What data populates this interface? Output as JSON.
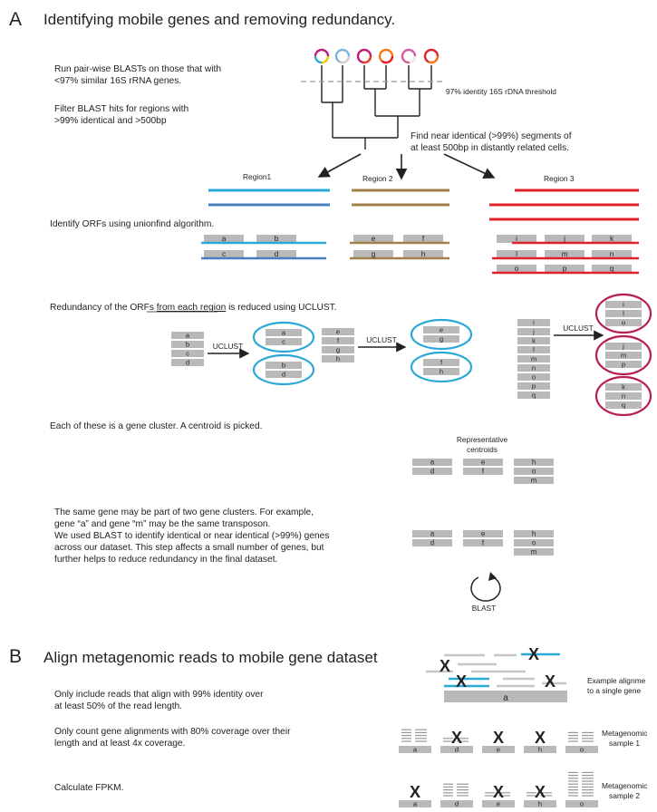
{
  "colors": {
    "gene_box": "#b9b9b9",
    "region1": "#2aa8d6",
    "region1_dark": "#4a7fbf",
    "region2": "#a3804a",
    "region3": "#e0202b",
    "cluster_blue": "#2aa8d6",
    "cluster_red": "#b81e4e",
    "read": "#c6c6c6",
    "cross": "#111111"
  },
  "panelA": {
    "letter": "A",
    "title": "Identifying mobile genes and removing redundancy.",
    "text_blast_1": "Run pair-wise BLASTs on those that with",
    "text_blast_2": "<97% similar 16S rRNA genes.",
    "text_filter_1": "Filter BLAST hits for regions with",
    "text_filter_2": ">99% identical and >500bp",
    "threshold_label": "97% identity 16S rDNA threshold",
    "find_1": "Find near identical (>99%) segments of",
    "find_2": "at least 500bp in distantly related cells.",
    "region_labels": [
      "Region1",
      "Region 2",
      "Region 3"
    ],
    "orf_text": "Identify ORFs using unionfind algorithm.",
    "region1_genes": [
      "a",
      "b",
      "c",
      "d"
    ],
    "region2_genes": [
      "e",
      "f",
      "g",
      "h"
    ],
    "region3_genes": [
      "i",
      "j",
      "k",
      "l",
      "m",
      "n",
      "o",
      "p",
      "q"
    ],
    "redundancy_pre": "Redundancy of the ORFs ",
    "redundancy_underline": "from each region",
    "redundancy_post": " is reduced using UCLUST.",
    "uclust_label": "UCLUST",
    "stack1": [
      "a",
      "b",
      "c",
      "d"
    ],
    "stack2": [
      "e",
      "f",
      "g",
      "h"
    ],
    "stack3": [
      "i",
      "j",
      "k",
      "l",
      "m",
      "n",
      "o",
      "p",
      "q"
    ],
    "clusters1": [
      [
        "a",
        "c"
      ],
      [
        "b",
        "d"
      ]
    ],
    "clusters2": [
      [
        "e",
        "g"
      ],
      [
        "f",
        "h"
      ]
    ],
    "clusters3": [
      [
        "i",
        "l",
        "o"
      ],
      [
        "j",
        "m",
        "p"
      ],
      [
        "k",
        "n",
        "q"
      ]
    ],
    "centroid_text": "Each of these is a gene cluster. A centroid is picked.",
    "rep_label_1": "Representative",
    "rep_label_2": "centroids",
    "centroid_groups": [
      [
        "a",
        "d"
      ],
      [
        "e",
        "f"
      ],
      [
        "h",
        "o",
        "m"
      ]
    ],
    "same_gene_1": "The same gene may be part of two gene clusters. For example,",
    "same_gene_2": "gene “a” and gene “m” may be the same transposon.",
    "same_gene_3": "We used BLAST to identify identical or near identical (>99%) genes",
    "same_gene_4": "across our dataset. This step affects a small number of genes, but",
    "same_gene_5": "further helps to reduce redundancy in the final dataset.",
    "blast_label": "BLAST"
  },
  "panelB": {
    "letter": "B",
    "title": "Align metagenomic reads to mobile gene dataset",
    "text_reads_1": "Only include reads that align with 99% identity over",
    "text_reads_2": "at least 50% of the read length.",
    "example_label_1": "Example alignme",
    "example_label_2": "to a single gene",
    "example_gene": "a",
    "text_count_1": "Only count gene alignments with 80% coverage over their",
    "text_count_2": "length and at least 4x coverage.",
    "sample_genes": [
      "a",
      "d",
      "e",
      "h",
      "o"
    ],
    "sample1_label_1": "Metagenomic",
    "sample1_label_2": "sample 1",
    "text_fpkm": "Calculate FPKM.",
    "sample2_label_1": "Metagenomic",
    "sample2_label_2": "sample 2",
    "cross_glyph": "X"
  }
}
